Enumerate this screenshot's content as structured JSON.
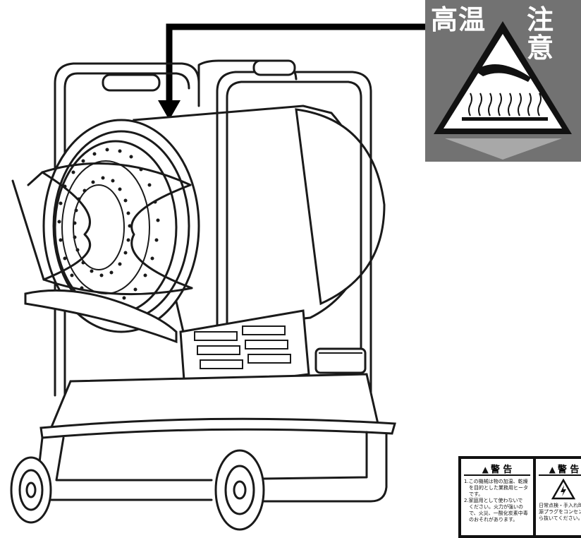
{
  "hot_sign": {
    "word1": "高温",
    "word2": "注意",
    "background": "#727272",
    "icon": "hot-surface-warning-icon"
  },
  "warning_label": {
    "panel1": {
      "header": "警 告",
      "lines": [
        "1.この機械は物の加温、乾燥",
        "　を目的とした業務用ヒータ",
        "　です。",
        "2.家庭用として使わないで",
        "　ください。火力が強いの",
        "　で、火災、一酸化炭素中毒",
        "　のおそれがあります。"
      ]
    },
    "panel2": {
      "header": "警 告",
      "lines": [
        "日常点検・手入れ時",
        "源プラグをコンセン",
        "ら抜いてください。"
      ]
    },
    "icons": [
      "warning-triangle-icon",
      "electric-shock-icon"
    ]
  }
}
